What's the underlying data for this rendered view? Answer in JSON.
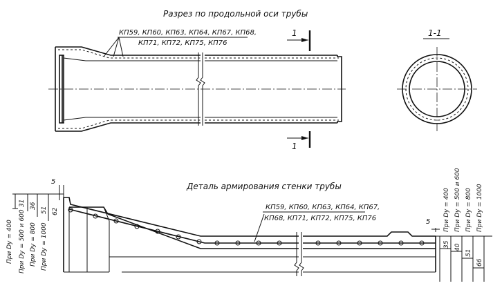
{
  "titles": {
    "longitudinal_section": "Разрез по продольной оси трубы",
    "cross_section": "1-1",
    "wall_detail": "Деталь армирования стенки трубы"
  },
  "section_marks": {
    "top": "1",
    "bottom": "1"
  },
  "top_callout": {
    "line1": "КП59, КП60, КП63, КП64, КП67, КП68,",
    "line2": "КП71, КП72, КП75, КП76"
  },
  "detail_callout": {
    "line1": "КП59, КП60, КП63, КП64, КП67,",
    "line2": "КП68, КП71, КП72, КП75, КП76"
  },
  "dims_left": {
    "top_dim": "5",
    "values": [
      "31",
      "36",
      "51",
      "62"
    ],
    "labels": [
      "При Dу = 400",
      "При Dу = 500 и 600",
      "При Dу = 800",
      "При Dу = 1000"
    ]
  },
  "dims_right": {
    "top_dim": "5",
    "values": [
      "35",
      "40",
      "51",
      "66"
    ],
    "labels": [
      "При Dу = 400",
      "При Dу = 500 и 600",
      "При Dу = 800",
      "При Dу = 1000"
    ]
  }
}
